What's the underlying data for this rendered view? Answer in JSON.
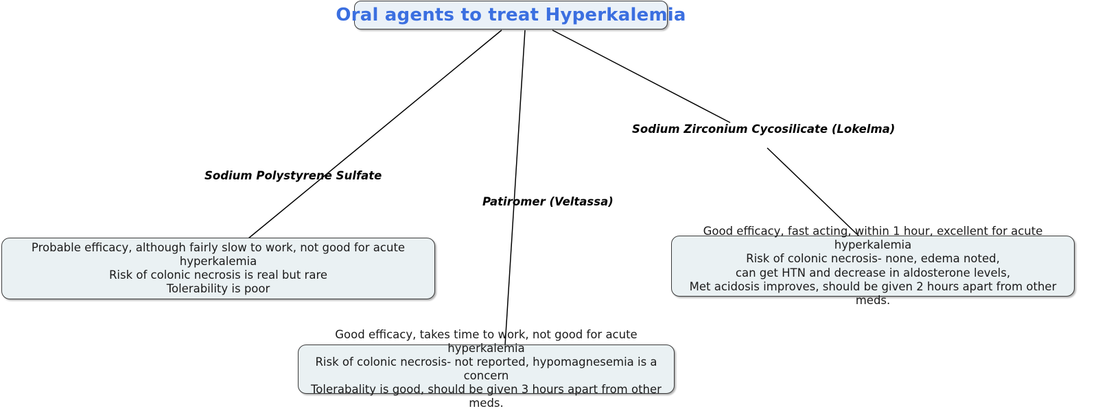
{
  "diagram": {
    "type": "tree",
    "root": {
      "label": "Oral agents to treat Hyperkalemia",
      "text_color": "#3b6fe0",
      "fill_color": "#eaf1f8",
      "border_color": "#3a3a3a"
    },
    "branch_labels": {
      "sodium_polystyrene_sulfate": "Sodium Polystyrene Sulfate",
      "patiromer": "Patiromer (Veltassa)",
      "sodium_zirconium_cycosilicate": "Sodium Zirconium Cycosilicate (Lokelma)"
    },
    "detail_boxes": {
      "sodium_polystyrene_sulfate": "Probable efficacy, although fairly slow to work, not good for acute hyperkalemia\nRisk of colonic necrosis is real but rare\nTolerability is poor",
      "patiromer": "Good efficacy, takes time to work, not good for acute hyperkalemia\nRisk of colonic necrosis- not reported, hypomagnesemia is a concern\nTolerabality is good, should be given 3 hours apart from other meds.",
      "sodium_zirconium_cycosilicate": "Good efficacy, fast acting, within 1 hour, excellent for acute hyperkalemia\nRisk of colonic necrosis- none, edema noted,\ncan get HTN and decrease in aldosterone levels,\nMet acidosis improves, should be given 2 hours apart from other meds."
    },
    "colors": {
      "box_fill": "#eaf1f3",
      "box_border": "#3a3a3a",
      "body_text": "#1a1a1a",
      "edge_stroke": "#000000",
      "background": "#ffffff"
    }
  }
}
